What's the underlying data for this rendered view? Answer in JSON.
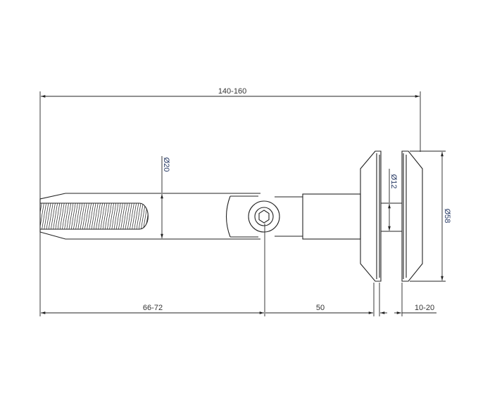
{
  "drawing": {
    "dimensions": {
      "overall_length": "140-160",
      "rod_diameter": "Ø20",
      "connector_diameter": "Ø12",
      "disc_diameter": "Ø58",
      "rod_length": "66-72",
      "body_length": "50",
      "glass_thickness": "10-20"
    }
  }
}
